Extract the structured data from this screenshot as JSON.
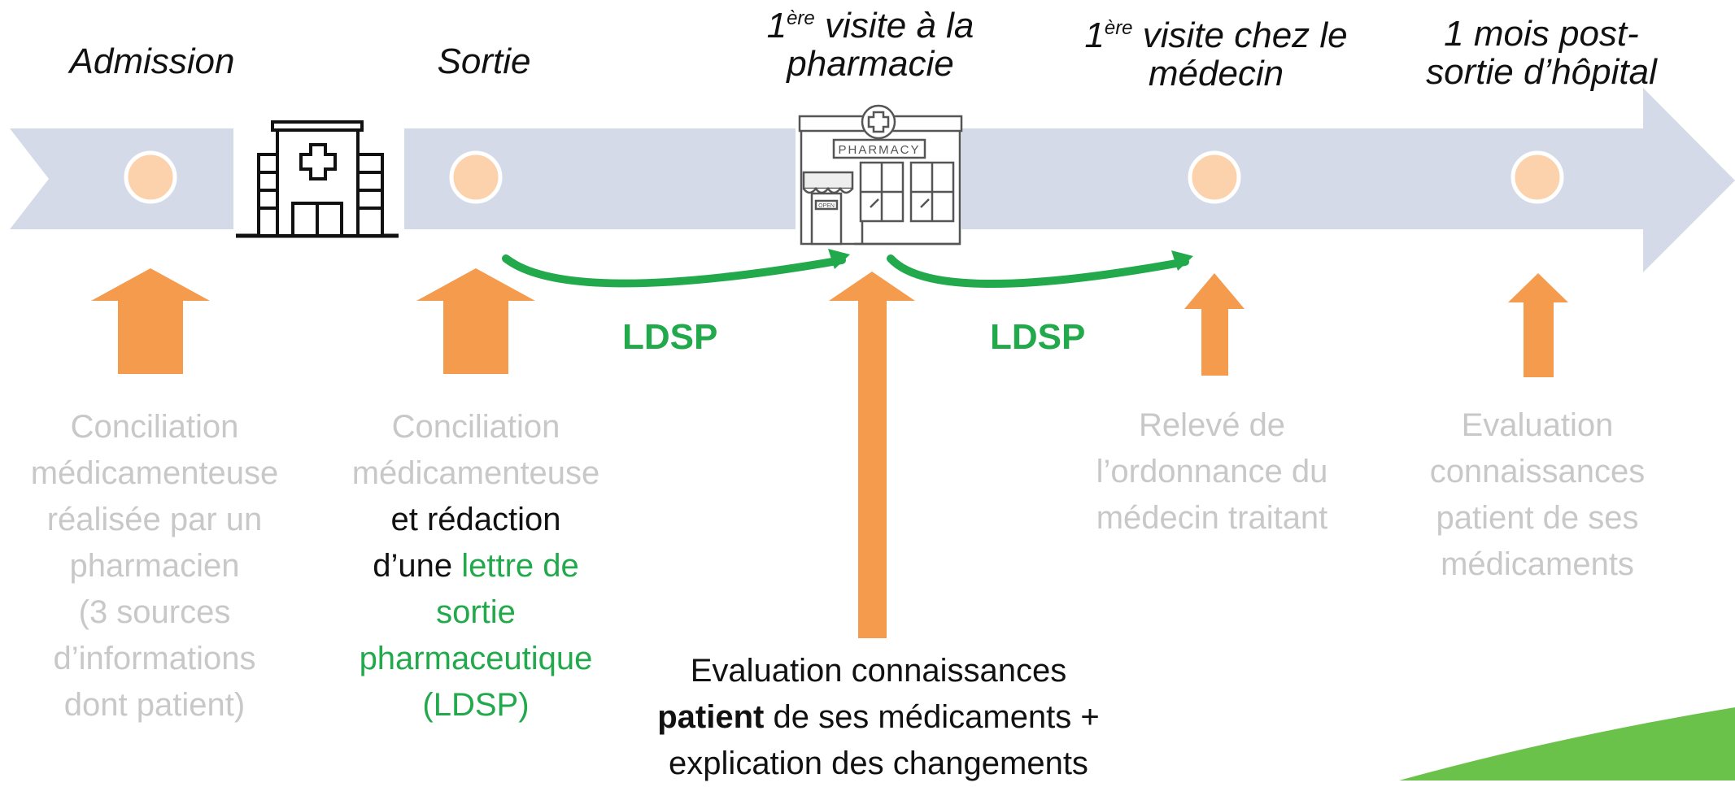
{
  "colors": {
    "timeline_arrow": "#d5dae8",
    "milestone_dot": "#fbd2ac",
    "milestone_ring": "#ffffff",
    "up_arrow": "#f59b4e",
    "curved_arrow": "#22a94b",
    "desc_grey": "#c8c8c8",
    "accent_green": "#22a94b"
  },
  "stages": {
    "admission": {
      "title": "Admission"
    },
    "sortie": {
      "title": "Sortie"
    },
    "pharmacie": {
      "title_sup": "ère",
      "title_rest": " visite à la",
      "title_prefix": "1",
      "title_line2": "pharmacie"
    },
    "medecin": {
      "title_prefix": "1",
      "title_sup": "ère",
      "title_rest": " visite chez le",
      "title_line2": "médecin"
    },
    "post": {
      "title_line1": "1 mois post-",
      "title_line2": "sortie d’hôpital"
    }
  },
  "icons": {
    "hospital": "hospital-icon",
    "pharmacy": "pharmacy-storefront-icon",
    "pharmacy_sign": "PHARMACY",
    "open_sign": "OPEN"
  },
  "links": {
    "ldsp_1": "LDSP",
    "ldsp_2": "LDSP"
  },
  "descriptions": {
    "admission": [
      "Conciliation",
      "médicamenteuse",
      "réalisée par un",
      "pharmacien",
      "(3 sources",
      "d’informations",
      "dont patient)"
    ],
    "sortie": {
      "grey": [
        "Conciliation",
        "médicamenteuse"
      ],
      "black_1": "et rédaction",
      "black_2": "d’une ",
      "green_1": "lettre de",
      "green_2": "sortie",
      "green_3": "pharmaceutique",
      "green_4": "(LDSP)"
    },
    "pharmacie": {
      "line1": "Evaluation connaissances",
      "bold": "patient",
      "line2_rest": " de ses médicaments +",
      "line3": "explication des changements"
    },
    "medecin": [
      "Relevé de",
      "l’ordonnance du",
      "médecin traitant"
    ],
    "post": [
      "Evaluation",
      "connaissances",
      "patient de ses",
      "médicaments"
    ]
  }
}
